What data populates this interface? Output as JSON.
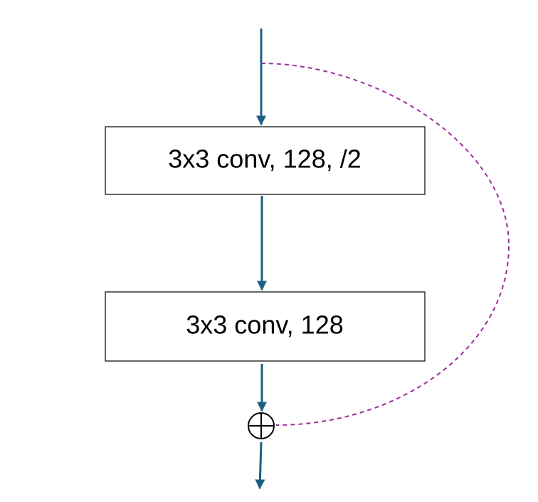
{
  "diagram": {
    "layers": [
      {
        "label": "3x3 conv, 128, /2"
      },
      {
        "label": "3x3 conv, 128"
      }
    ],
    "merge_symbol": "⊕",
    "colors": {
      "arrow": "#1f5f82",
      "skip_connection": "#9b2d96",
      "box_border": "#000000",
      "text": "#000000"
    },
    "skip_connection_style": "dashed"
  }
}
